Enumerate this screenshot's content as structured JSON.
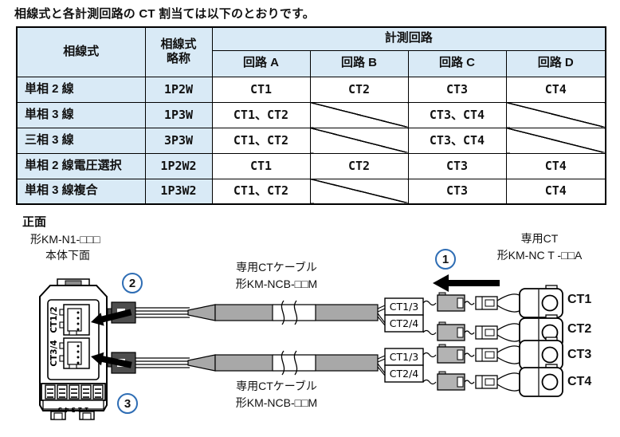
{
  "intro": "相線式と各計測回路の CT 割当ては以下のとおりです。",
  "table": {
    "header": {
      "wiring": "相線式",
      "abbr_line1": "相線式",
      "abbr_line2": "略称",
      "circuits_group": "計測回路",
      "circuits": [
        "回路 A",
        "回路 B",
        "回路 C",
        "回路 D"
      ]
    },
    "rows": [
      {
        "wiring": "単相 2 線",
        "abbr": "1P2W",
        "a": "CT1",
        "b": "CT2",
        "c": "CT3",
        "d": "CT4"
      },
      {
        "wiring": "単相 3 線",
        "abbr": "1P3W",
        "a": "CT1、CT2",
        "b": "",
        "c": "CT3、CT4",
        "d": ""
      },
      {
        "wiring": "三相 3 線",
        "abbr": "3P3W",
        "a": "CT1、CT2",
        "b": "",
        "c": "CT3、CT4",
        "d": ""
      },
      {
        "wiring": "単相 2 線電圧選択",
        "abbr": "1P2W2",
        "a": "CT1",
        "b": "CT2",
        "c": "CT3",
        "d": "CT4"
      },
      {
        "wiring": "単相 3 線複合",
        "abbr": "1P3W2",
        "a": "CT1、CT2",
        "b": "",
        "c": "CT3",
        "d": "CT4"
      }
    ]
  },
  "diagram": {
    "section_title": "正面",
    "unit_model": "形KM-N1-□□□",
    "unit_caption": "本体下面",
    "steps": {
      "s1": "1",
      "s2": "2",
      "s3": "3"
    },
    "ct_label": {
      "line1": "専用CT",
      "line2": "形KM-NC T -□□A"
    },
    "cable_label": {
      "line1": "専用CTケーブル",
      "line2": "形KM-NCB-□□M"
    },
    "socket_labels": [
      "CT1/2",
      "CT3/4"
    ],
    "junction_labels": [
      "CT1/3",
      "CT2/4"
    ],
    "ct_names": [
      "CT1",
      "CT2",
      "CT3",
      "CT4"
    ],
    "terminal_numbers": "1 2 3 4 5"
  },
  "colors": {
    "table_header_bg": "#d9eaf6",
    "callout_blue": "#2e6db4",
    "cable_gray": "#a8a8a8",
    "line_black": "#000000"
  }
}
